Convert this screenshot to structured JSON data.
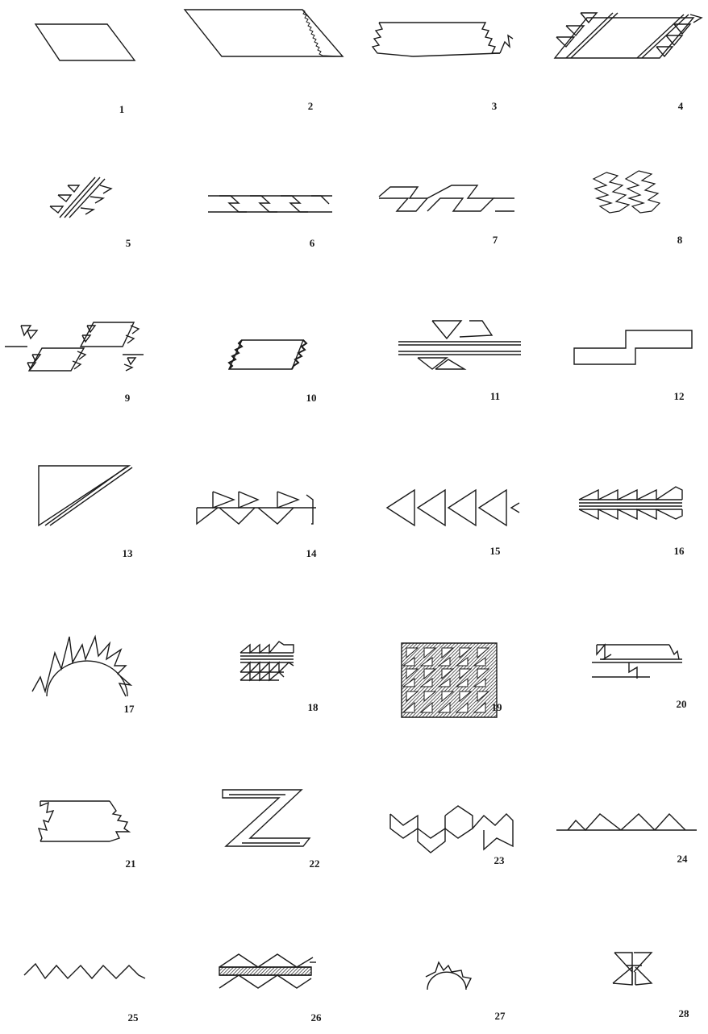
{
  "plate": {
    "figures": [
      {
        "number": "1",
        "shape": "parallelogram"
      },
      {
        "number": "2",
        "shape": "parallelogram-serrated"
      },
      {
        "number": "3",
        "shape": "parallelogram-zigzag-ends"
      },
      {
        "number": "4",
        "shape": "parallelogram-stepped-triangles"
      },
      {
        "number": "5",
        "shape": "double-bar-triangles"
      },
      {
        "number": "6",
        "shape": "stepped-fret"
      },
      {
        "number": "7",
        "shape": "terraced-fret"
      },
      {
        "number": "8",
        "shape": "zigzag-columns"
      },
      {
        "number": "9",
        "shape": "serrated-parallelograms"
      },
      {
        "number": "10",
        "shape": "serrated-rectangle"
      },
      {
        "number": "11",
        "shape": "hourglass-bars"
      },
      {
        "number": "12",
        "shape": "step-outline"
      },
      {
        "number": "13",
        "shape": "triangle-with-bar"
      },
      {
        "number": "14",
        "shape": "alternating-triangles"
      },
      {
        "number": "15",
        "shape": "triangle-row"
      },
      {
        "number": "16",
        "shape": "sawtooth-bands"
      },
      {
        "number": "17",
        "shape": "rayed-arc"
      },
      {
        "number": "18",
        "shape": "sawtooth-stack"
      },
      {
        "number": "19",
        "shape": "hatched-triangle-grid"
      },
      {
        "number": "20",
        "shape": "step-sawtooth"
      },
      {
        "number": "21",
        "shape": "serrated-box"
      },
      {
        "number": "22",
        "shape": "z-form"
      },
      {
        "number": "23",
        "shape": "chevron-blocks"
      },
      {
        "number": "24",
        "shape": "triangles-on-line"
      },
      {
        "number": "25",
        "shape": "zigzag-line"
      },
      {
        "number": "26",
        "shape": "hatched-zigzag-band"
      },
      {
        "number": "27",
        "shape": "small-rayed-arc"
      },
      {
        "number": "28",
        "shape": "double-hourglass"
      }
    ]
  }
}
